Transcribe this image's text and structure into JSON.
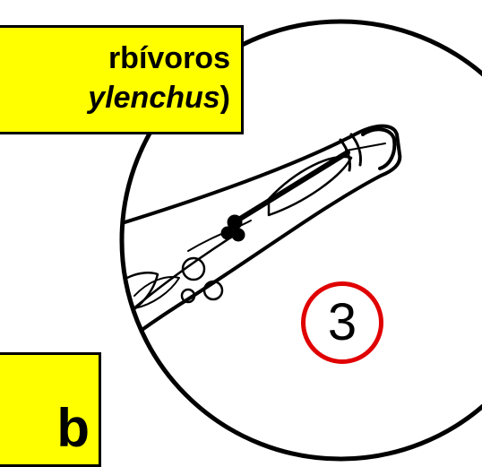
{
  "labels": {
    "top_line1": "rbívoros",
    "top_line2_italic": "ylenchus",
    "top_line2_suffix": ")",
    "bottom_fragment": "b"
  },
  "badge": {
    "number": "3"
  },
  "colors": {
    "label_fill": "#ffff00",
    "badge_ring": "#e00000",
    "outline": "#000000"
  }
}
